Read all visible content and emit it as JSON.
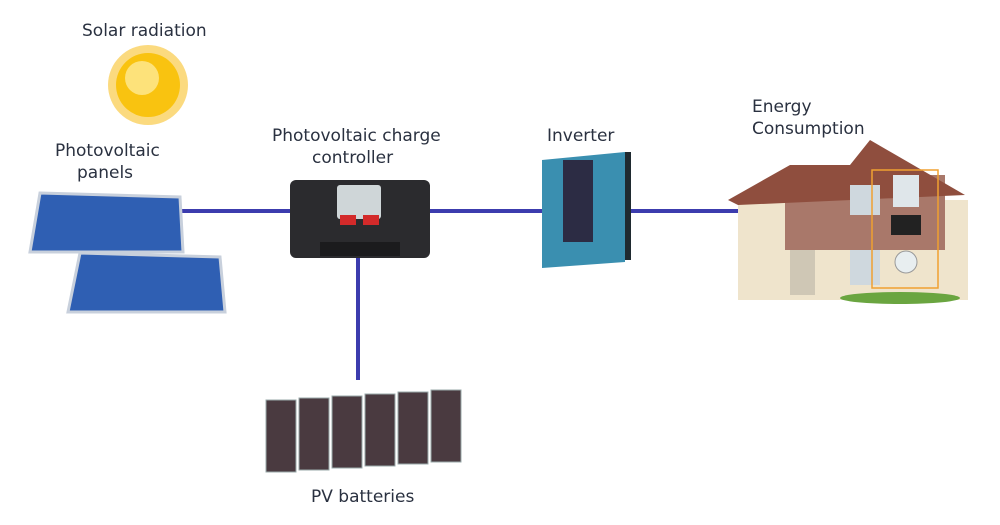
{
  "labels": {
    "solar": "Solar radiation",
    "panels_1": "Photovoltaic",
    "panels_2": "panels",
    "controller_1": "Photovoltaic charge",
    "controller_2": "controller",
    "inverter": "Inverter",
    "consumption_1": "Energy",
    "consumption_2": "Consumption",
    "batteries": "PV batteries"
  },
  "colors": {
    "connector": "#3c3cae",
    "inverter": "#3a8fb0",
    "controller": "#2b2b2e",
    "panel": "#2f5fb3"
  }
}
